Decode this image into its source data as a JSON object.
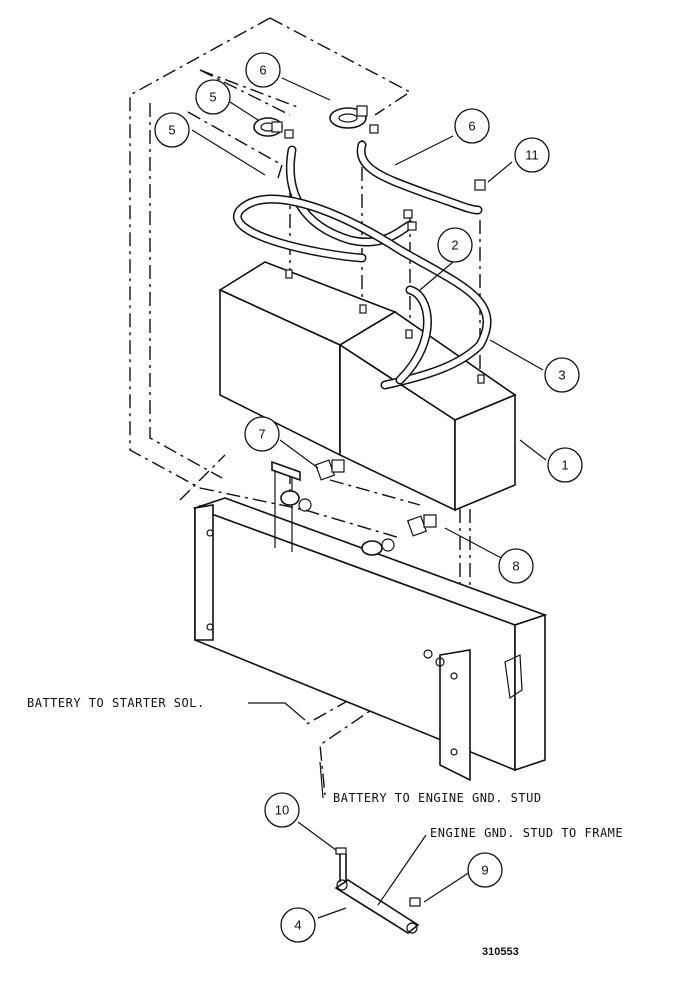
{
  "figure_number": "310553",
  "callouts": [
    "1",
    "2",
    "3",
    "4",
    "5",
    "5",
    "6",
    "6",
    "7",
    "8",
    "9",
    "10",
    "11"
  ],
  "labels": {
    "battery_to_starter": "BATTERY TO STARTER SOL.",
    "battery_to_engine_gnd": "BATTERY TO ENGINE GND. STUD",
    "engine_gnd_to_frame": "ENGINE GND. STUD TO FRAME"
  }
}
